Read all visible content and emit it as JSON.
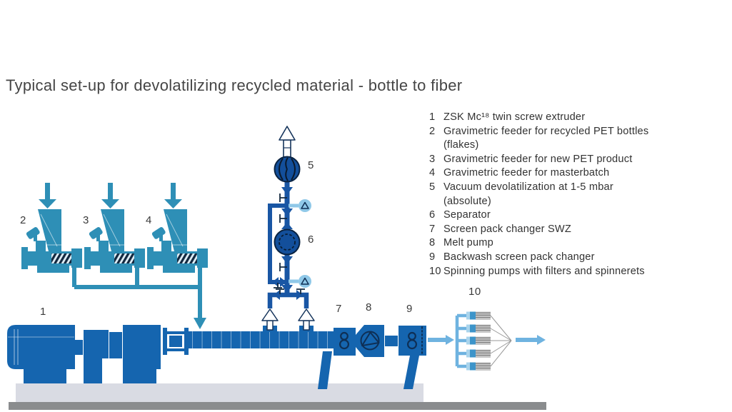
{
  "title": "Typical set-up for devolatilizing recycled material - bottle to fiber",
  "legend": {
    "items": [
      {
        "num": "1",
        "lines": [
          "ZSK Mc¹⁸ twin screw extruder"
        ]
      },
      {
        "num": "2",
        "lines": [
          "Gravimetric feeder for recycled PET bottles",
          "(flakes)"
        ]
      },
      {
        "num": "3",
        "lines": [
          "Gravimetric feeder for new PET product"
        ]
      },
      {
        "num": "4",
        "lines": [
          "Gravimetric feeder for masterbatch"
        ]
      },
      {
        "num": "5",
        "lines": [
          "Vacuum devolatilization at 1-5 mbar",
          "(absolute)"
        ]
      },
      {
        "num": "6",
        "lines": [
          "Separator"
        ]
      },
      {
        "num": "7",
        "lines": [
          "Screen pack changer SWZ"
        ]
      },
      {
        "num": "8",
        "lines": [
          "Melt pump"
        ]
      },
      {
        "num": "9",
        "lines": [
          "Backwash screen pack changer"
        ]
      },
      {
        "num": "10",
        "lines": [
          "Spinning pumps with filters and spinnerets"
        ]
      }
    ]
  },
  "diagram": {
    "labels": {
      "l1": "1",
      "l2": "2",
      "l3": "3",
      "l4": "4",
      "l5": "5",
      "l6": "6",
      "l7": "7",
      "l8": "8",
      "l9": "9",
      "l10": "10"
    },
    "colors": {
      "machine_blue": "#1565af",
      "pipe_blue": "#1956a4",
      "feeder_teal": "#2e8fb6",
      "flow_light_blue": "#6fb3e0",
      "sensor_blue": "#8fc8e8",
      "outline_navy": "#0e2f55",
      "platform_gray": "#d9dbe3",
      "floor_gray": "#8a8c8e"
    }
  }
}
